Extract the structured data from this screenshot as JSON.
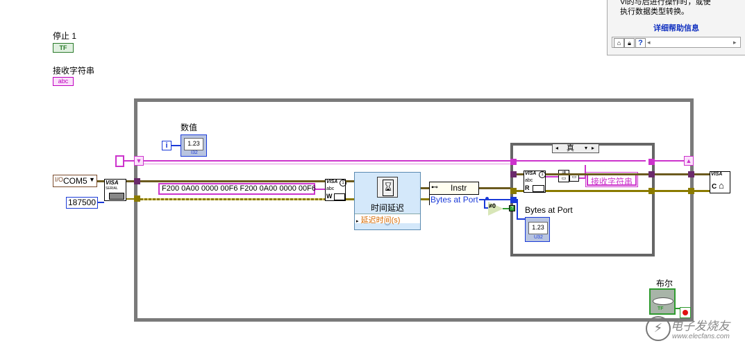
{
  "help": {
    "line1": "Vi的与后进行操作时，或使",
    "line2": "执行数据类型转换。",
    "link": "详细帮助信息",
    "btn_icons": [
      "context-help-lock-icon",
      "context-help-lock2-icon",
      "help-question-icon"
    ]
  },
  "controls": {
    "stop_label": "停止 1",
    "stop_badge": "TF",
    "recv_label": "接收字符串",
    "recv_badge": "abc",
    "numeric_label": "数值",
    "numeric_value": "1.23",
    "numeric_type": "I32",
    "bool_label": "布尔",
    "bool_badge": "TF"
  },
  "diagram": {
    "iteration": "i",
    "com_port": "COM5",
    "baud_rate": "187500",
    "write_string": "F200 0A00 0000 00F6 F200 0A00 0000 00F6",
    "time_delay_title": "时间延迟",
    "time_delay_param": "延迟时间(s)",
    "instr_label": "Instr",
    "bytes_prop": "Bytes at Port",
    "neq_zero": "≠0",
    "case_selector": "真",
    "case_bytes_label": "Bytes at Port",
    "case_numeric": "1.23",
    "case_numeric_type": "U32",
    "case_string_indicator": "接收字符串",
    "visa_text": "VISA",
    "serial_text": "SERIAL",
    "read_letter": "R",
    "write_letter": "W",
    "close_letter": "C",
    "abc_text": "abc"
  },
  "watermark": {
    "text": "电子发烧友",
    "url": "www.elecfans.com"
  },
  "colors": {
    "string_wire": "#cc33cc",
    "visa_wire": "#8a7a00",
    "int_wire": "#1a3ad8",
    "bool_wire": "#2e9a2e",
    "loop_border": "#777777"
  }
}
